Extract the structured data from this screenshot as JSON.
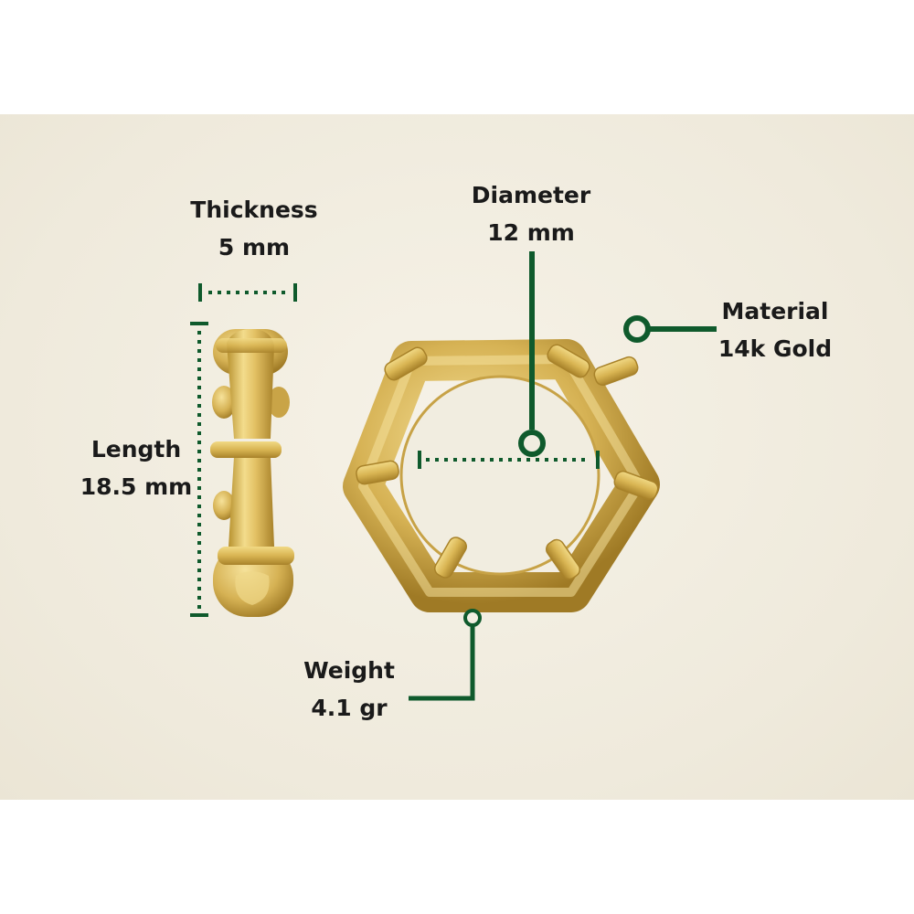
{
  "colors": {
    "background": "#f2eee2",
    "annotation": "#0f5a2c",
    "gold": "#d8b85a",
    "text": "#1a1a1a"
  },
  "annotations": {
    "thickness": {
      "label": "Thickness",
      "value": "5 mm"
    },
    "diameter": {
      "label": "Diameter",
      "value": "12 mm"
    },
    "material": {
      "label": "Material",
      "value": "14k Gold"
    },
    "length": {
      "label": "Length",
      "value": "18.5 mm"
    },
    "weight": {
      "label": "Weight",
      "value": "4.1 gr"
    }
  }
}
